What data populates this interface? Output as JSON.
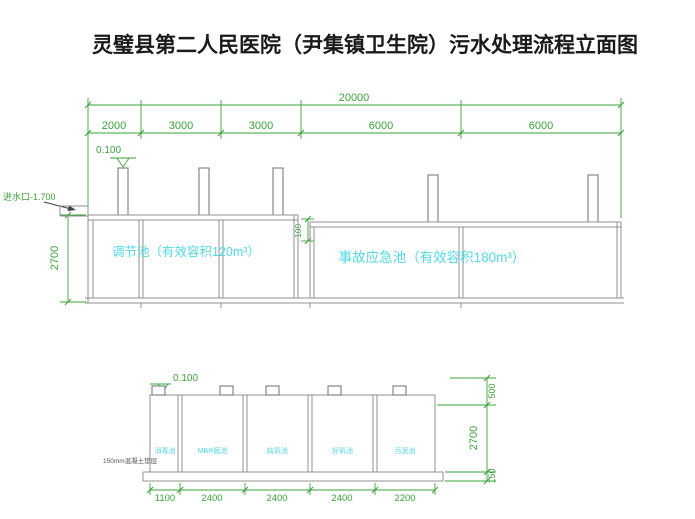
{
  "title": "灵璧县第二人民医院（尹集镇卫生院）污水处理流程立面图",
  "colors": {
    "dimension_green": "#3aa33a",
    "label_cyan": "#52d9e6",
    "structure_gray": "#909090",
    "title_black": "#1a1a1a"
  },
  "upper_view": {
    "total_dimension": "20000",
    "segment_dimensions": [
      "2000",
      "3000",
      "3000",
      "6000",
      "6000"
    ],
    "elevation_marker": "0.100",
    "inlet_label": "进水口-1.700",
    "height_dimension": "2700",
    "freeboard_dimension": "100",
    "tank1_label": "调节池（有效容积120m³）",
    "tank2_label": "事故应急池（有效容积180m³）"
  },
  "lower_view": {
    "elevation_marker": "0.100",
    "compartment_labels": [
      "消毒池",
      "MBR膜池",
      "缺氧池",
      "好氧池",
      "污泥池"
    ],
    "base_note": "150mm混凝土垫层",
    "bottom_dimensions": [
      "1100",
      "2400",
      "2400",
      "2400",
      "2200"
    ],
    "right_dimensions": [
      "500",
      "2700",
      "150"
    ]
  }
}
